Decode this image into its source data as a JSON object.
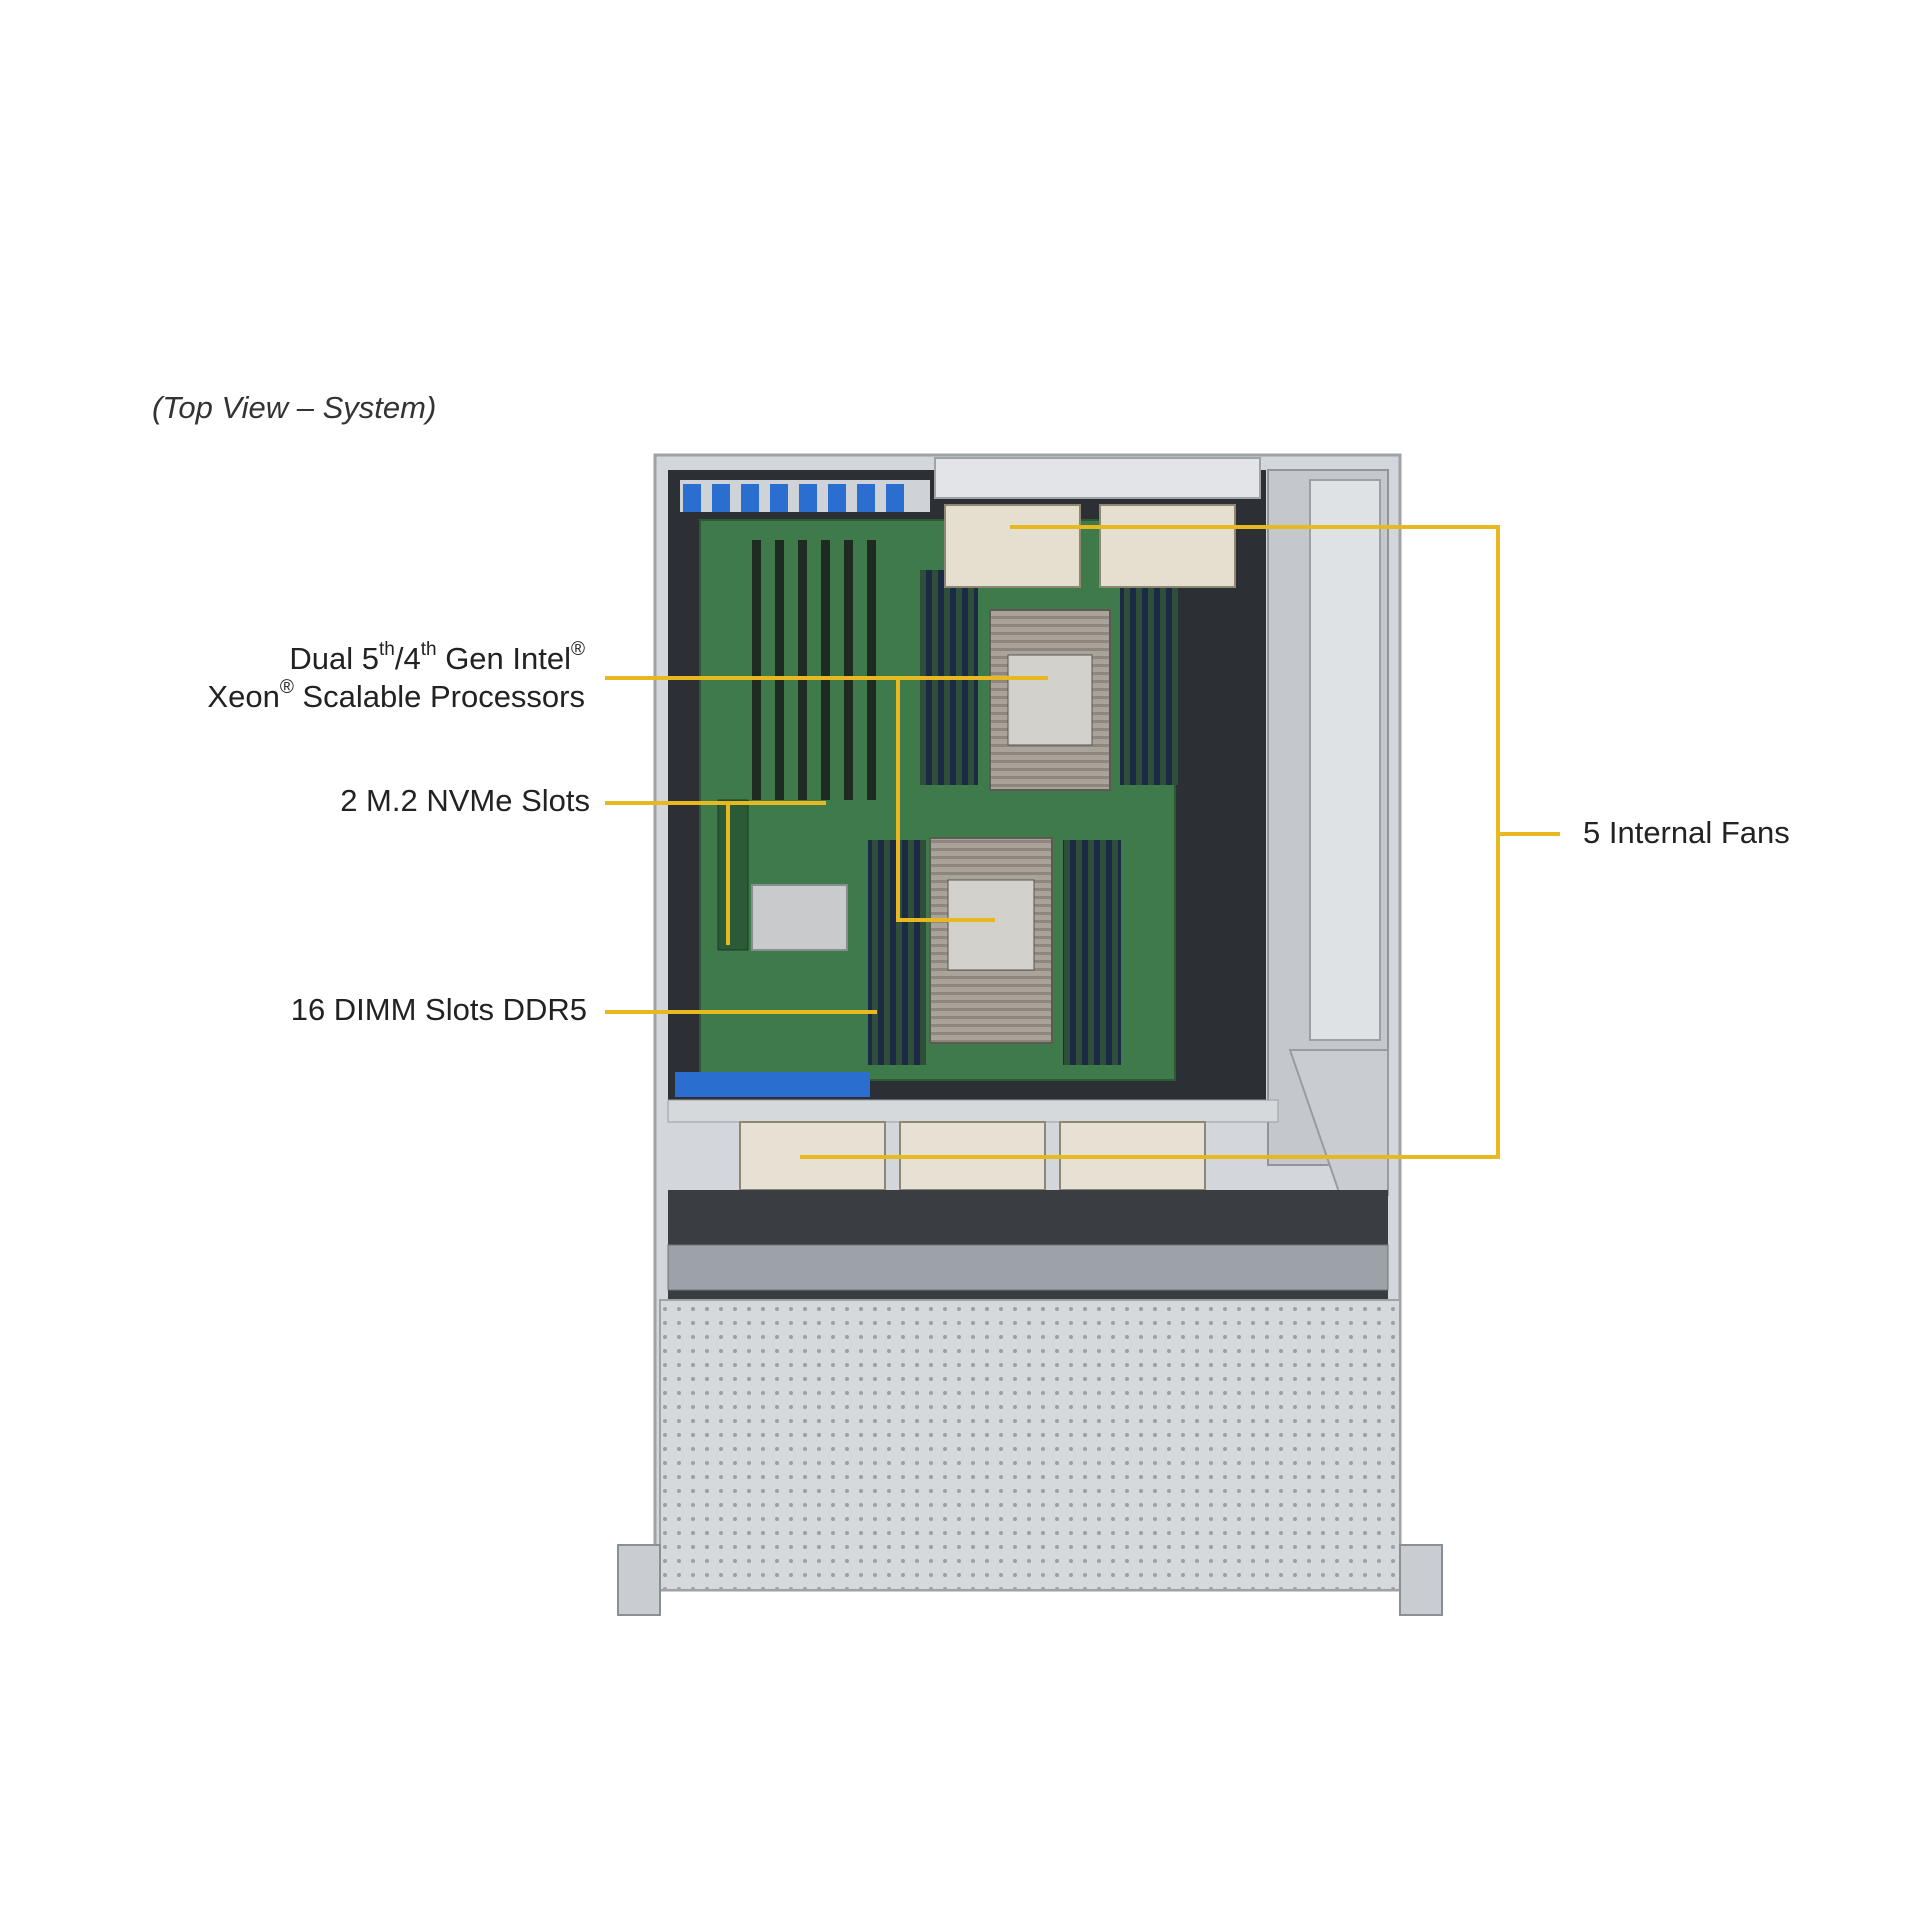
{
  "caption": "(Top View – System)",
  "callouts": {
    "processors": {
      "line1_a": "Dual 5",
      "line1_sup1": "th",
      "line1_b": "/4",
      "line1_sup2": "th",
      "line1_c": " Gen Intel",
      "line1_sup3": "®",
      "line2_a": "Xeon",
      "line2_sup": "®",
      "line2_b": " Scalable Processors"
    },
    "nvme": "2 M.2 NVMe Slots",
    "dimm": "16 DIMM  Slots DDR5",
    "fans": "5 Internal  Fans"
  },
  "colors": {
    "callout_line": "#e8b820",
    "pcb": "#3f7a4a",
    "chassis": "#c9cdd2",
    "blue_latch": "#2a6fd0"
  }
}
